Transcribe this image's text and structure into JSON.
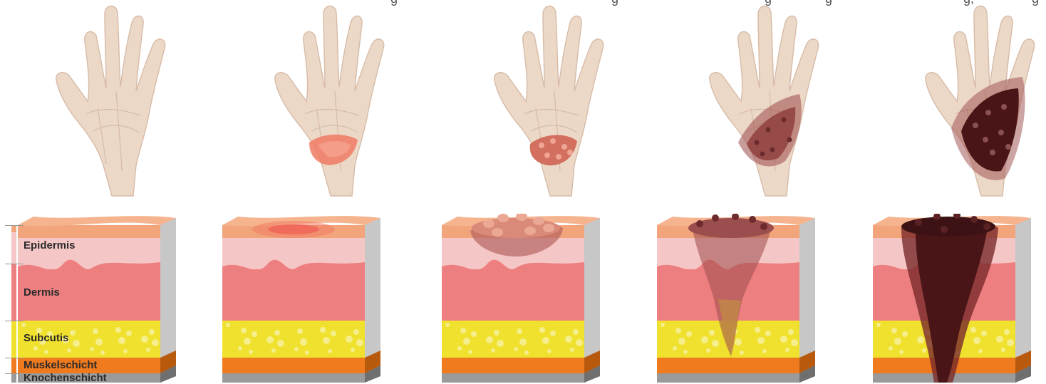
{
  "header_fragments": [
    "g",
    "g",
    "g",
    "g",
    "g,",
    "g"
  ],
  "layers": [
    {
      "key": "epidermis",
      "label": "Epidermis"
    },
    {
      "key": "dermis",
      "label": "Dermis"
    },
    {
      "key": "subcutis",
      "label": "Subcutis"
    },
    {
      "key": "muskel",
      "label": "Muskelschicht"
    },
    {
      "key": "knochen",
      "label": "Knochenschicht"
    }
  ],
  "colors": {
    "skin": "#ecd8c7",
    "skin_line": "#d7bba7",
    "top_band": "#f2a47a",
    "epidermis": "#f4c7c6",
    "dermis": "#ee7f80",
    "subcutis": "#f0e12e",
    "muscle": "#f07a1e",
    "bone": "#9a9a9a",
    "burn_1": "#f07b64",
    "burn_2": "#d26f5e",
    "burn_3": "#9c4a4a",
    "burn_4": "#4a1517"
  },
  "stages": [
    {
      "degree": 0
    },
    {
      "degree": 1
    },
    {
      "degree": 2
    },
    {
      "degree": 3
    },
    {
      "degree": 4
    }
  ]
}
